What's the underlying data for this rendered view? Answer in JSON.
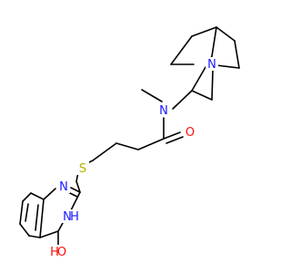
{
  "molecule": {
    "atoms": {
      "n_bridgehead": {
        "text": "N",
        "color": "#1a1aff"
      },
      "n_amide": {
        "text": "N",
        "color": "#1a1aff"
      },
      "o_carbonyl": {
        "text": "O",
        "color": "#ff0d0d"
      },
      "s_thioether": {
        "text": "S",
        "color": "#b3b300"
      },
      "n1_ring": {
        "text": "N",
        "color": "#1a1aff"
      },
      "n3_ring": {
        "text": "N",
        "color": "#1a1aff"
      },
      "h_n3": {
        "text": "H",
        "color": "#1a1aff"
      },
      "o_ring": {
        "text": "O",
        "color": "#ff0d0d"
      },
      "h_o_ring": {
        "text": "H",
        "color": "#ff0d0d"
      }
    }
  }
}
